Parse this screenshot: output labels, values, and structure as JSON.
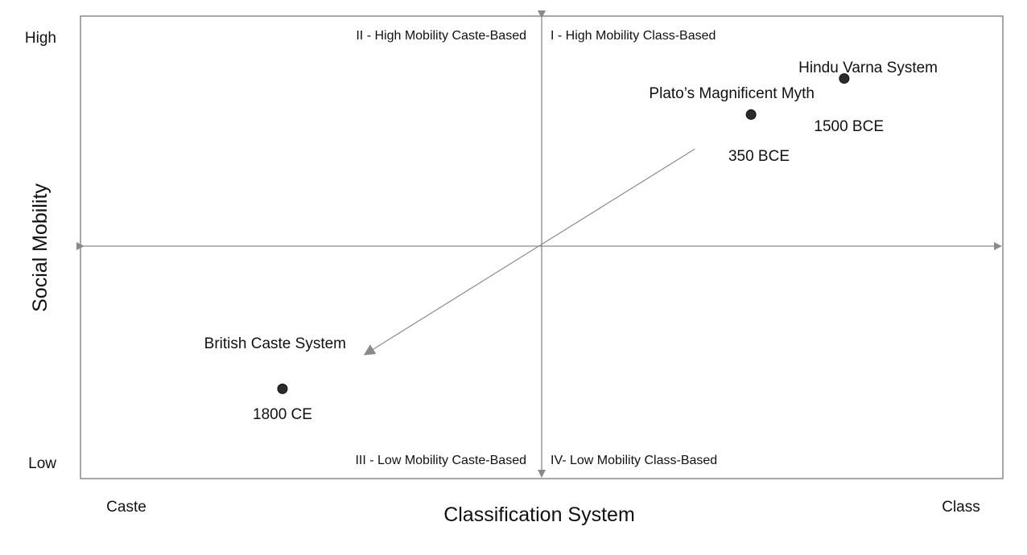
{
  "chart_data": {
    "type": "scatter",
    "x_axis": {
      "title": "Classification System",
      "min_label": "Caste",
      "max_label": "Class",
      "range": [
        -1,
        1
      ]
    },
    "y_axis": {
      "title": "Social Mobility",
      "min_label": "Low",
      "max_label": "High",
      "range": [
        -1,
        1
      ]
    },
    "quadrants": [
      {
        "id": "q1",
        "label": "I - High Mobility Class-Based"
      },
      {
        "id": "q2",
        "label": "II - High Mobility Caste-Based"
      },
      {
        "id": "q3",
        "label": "III - Low Mobility Caste-Based"
      },
      {
        "id": "q4",
        "label": "IV- Low Mobility Class-Based"
      }
    ],
    "points": [
      {
        "name": "Hindu Varna System",
        "date": "1500 BCE",
        "x": 0.656,
        "y": 0.725
      },
      {
        "name": "Plato’s Magnificent Myth",
        "date": "350 BCE",
        "x": 0.454,
        "y": 0.569
      },
      {
        "name": "British Caste System",
        "date": "1800 CE",
        "x": -0.562,
        "y": -0.617
      }
    ],
    "trend_arrow": {
      "from": [
        0.332,
        0.42
      ],
      "to": [
        -0.384,
        -0.469
      ]
    },
    "colors": {
      "axis": "#8a8a8a",
      "frame": "#8a8a8a",
      "point": "#2b2b2b",
      "text": "#111111"
    },
    "grid": false,
    "legend": "none"
  }
}
